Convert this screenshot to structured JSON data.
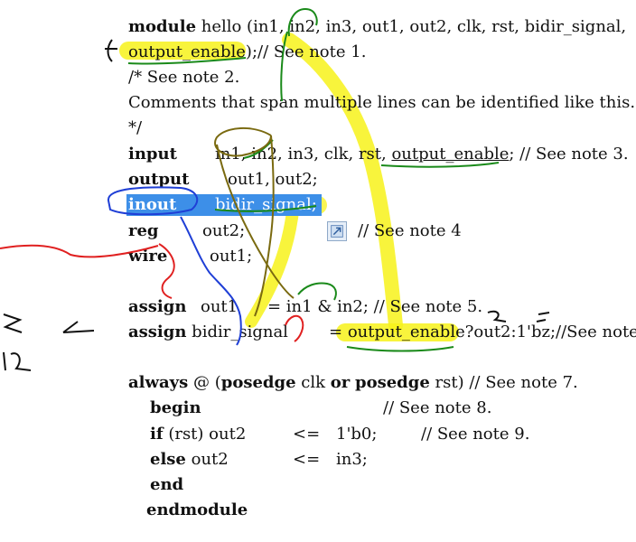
{
  "code": {
    "l01_kw": "module",
    "l01_rest": " hello (in1, in2, in3, out1, out2, clk, rst, bidir_signal,",
    "l02_a": "output_enable",
    "l02_b": ");// See note 1.",
    "l03": "/* See note 2.",
    "l04": "Comments that span multiple lines can be identified like this.",
    "l05": "*/",
    "l06_kw": "input",
    "l06_a": "in1, in2, in3, clk, rst, ",
    "l06_b": "output_enable",
    "l06_c": "; // See note 3.",
    "l07_kw": "output",
    "l07_a": "out1, out2;",
    "l08_kw": "inout",
    "l08_a": "bidir_signal;",
    "l09_kw": "reg",
    "l09_a": "out2;",
    "l09_b": "// See note 4",
    "l10_kw": "wire",
    "l10_a": "out1;",
    "l11_kw": "assign",
    "l11_a": "out1",
    "l11_b": "= in1 & in2; // See note 5.",
    "l12_kw": "assign",
    "l12_a": " bidir_signal",
    "l12_b": "= ",
    "l12_c": "output_enable",
    "l12_d": "?out2:1'bz;//See note",
    "l13_kw1": "always",
    "l13_a": " @ (",
    "l13_kw2": "posedge",
    "l13_b": " clk ",
    "l13_kw3": "or",
    "l13_c": " ",
    "l13_kw4": "posedge",
    "l13_d": " rst) // See note 7.",
    "l14_kw": "begin",
    "l14_a": "// See note 8.",
    "l15_kw": "if",
    "l15_a": " (rst) out2",
    "l15_b": "<=",
    "l15_c": "1'b0;",
    "l15_d": "// See note 9.",
    "l16_kw": "else",
    "l16_a": " out2",
    "l16_b": "<=",
    "l16_c": "in3;",
    "l17_kw": "end",
    "l18_kw": "endmodule"
  },
  "icons": {
    "note_icon": "document-link-icon"
  },
  "colors": {
    "highlight": "#f7f21a",
    "selection": "#3d8fe8",
    "ink_green": "#1a8a1a",
    "ink_blue": "#1f3fd6",
    "ink_red": "#e02020",
    "ink_olive": "#7a6a10",
    "ink_black": "#111111"
  }
}
